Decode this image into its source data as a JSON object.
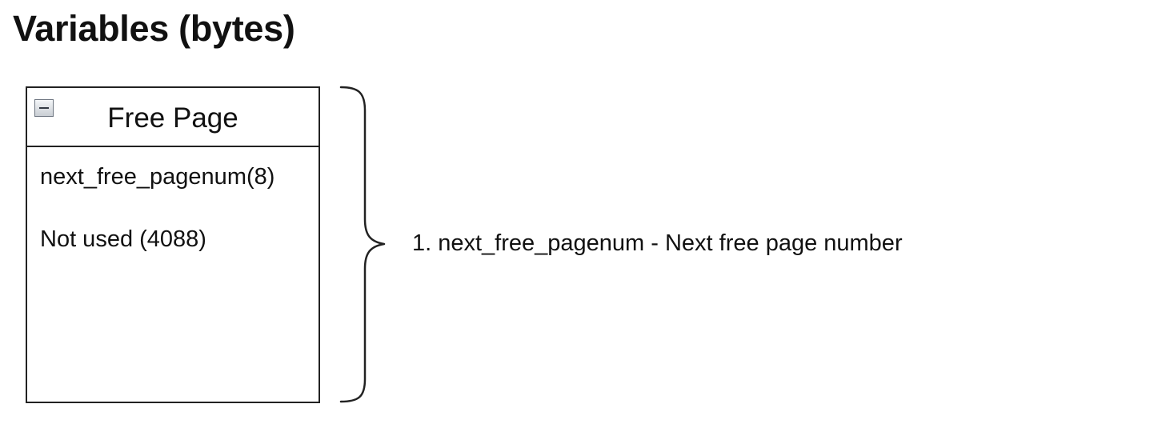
{
  "heading": "Variables (bytes)",
  "entity": {
    "title": "Free Page",
    "fields": [
      "next_free_pagenum(8)",
      "Not used (4088)"
    ]
  },
  "notes": [
    "1. next_free_pagenum - Next free page number"
  ],
  "icons": {
    "collapse": "collapse-minus-icon",
    "brace": "right-curly-brace"
  }
}
